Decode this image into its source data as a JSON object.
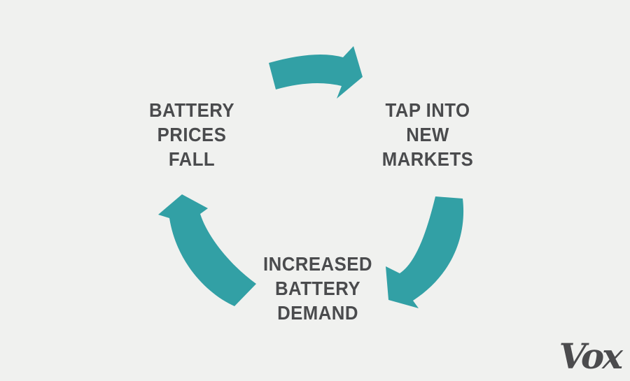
{
  "background": "#f0f1ef",
  "colors": {
    "arrow": "#32a0a5",
    "text": "#4a4b4d",
    "logo": "#4b4b4d"
  },
  "diagram": {
    "type": "cycle",
    "nodes": [
      {
        "id": "battery-prices-fall",
        "lines": [
          "BATTERY",
          "PRICES",
          "FALL"
        ]
      },
      {
        "id": "tap-into-new-markets",
        "lines": [
          "TAP INTO",
          "NEW",
          "MARKETS"
        ]
      },
      {
        "id": "increased-battery-demand",
        "lines": [
          "INCREASED",
          "BATTERY",
          "DEMAND"
        ]
      }
    ],
    "arrows": [
      {
        "id": "arrow-top",
        "from": "BATTERY PRICES FALL",
        "to": "TAP INTO NEW MARKETS"
      },
      {
        "id": "arrow-right",
        "from": "TAP INTO NEW MARKETS",
        "to": "INCREASED BATTERY DEMAND"
      },
      {
        "id": "arrow-left",
        "from": "INCREASED BATTERY DEMAND",
        "to": "BATTERY PRICES FALL"
      }
    ]
  },
  "branding": {
    "logo_text": "Vox"
  }
}
